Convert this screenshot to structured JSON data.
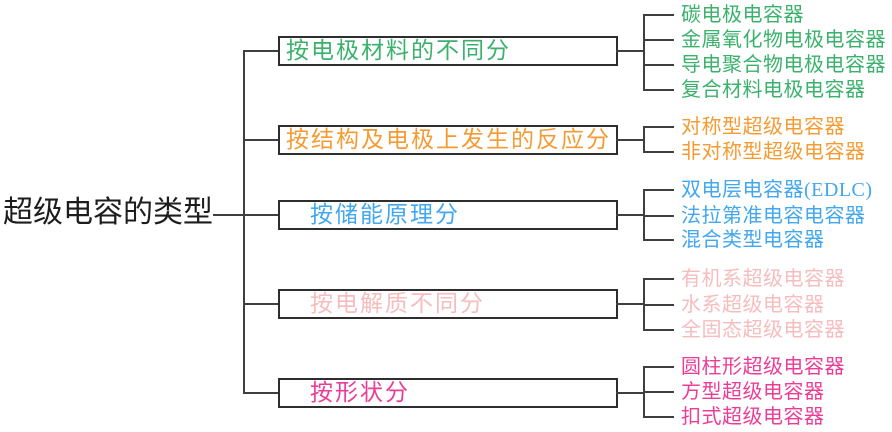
{
  "diagram": {
    "background": "#ffffff",
    "line_color": "#3f3f3f",
    "box_border_color": "#2e2e2e"
  },
  "root": {
    "label": "超级电容的类型",
    "color": "#1d1d1d"
  },
  "branches": [
    {
      "label": "按电极材料的不同分",
      "color": "#3ab26c",
      "leaves": [
        "碳电极电容器",
        "金属氧化物电极电容器",
        "导电聚合物电极电容器",
        "复合材料电极电容器"
      ]
    },
    {
      "label": "按结构及电极上发生的反应分",
      "color": "#f59b33",
      "leaves": [
        "对称型超级电容器",
        "非对称型超级电容器"
      ]
    },
    {
      "label": "按储能原理分",
      "color": "#41a7ef",
      "leaves": [
        "双电层电容器(EDLC)",
        "法拉第准电容电容器",
        "混合类型电容器"
      ]
    },
    {
      "label": "按电解质不同分",
      "color": "#f6bcbe",
      "leaves": [
        "有机系超级电容器",
        "水系超级电容器",
        "全固态超级电容器"
      ]
    },
    {
      "label": "按形状分",
      "color": "#ec3d96",
      "leaves": [
        "圆柱形超级电容器",
        "方型超级电容器",
        "扣式超级电容器"
      ]
    }
  ]
}
